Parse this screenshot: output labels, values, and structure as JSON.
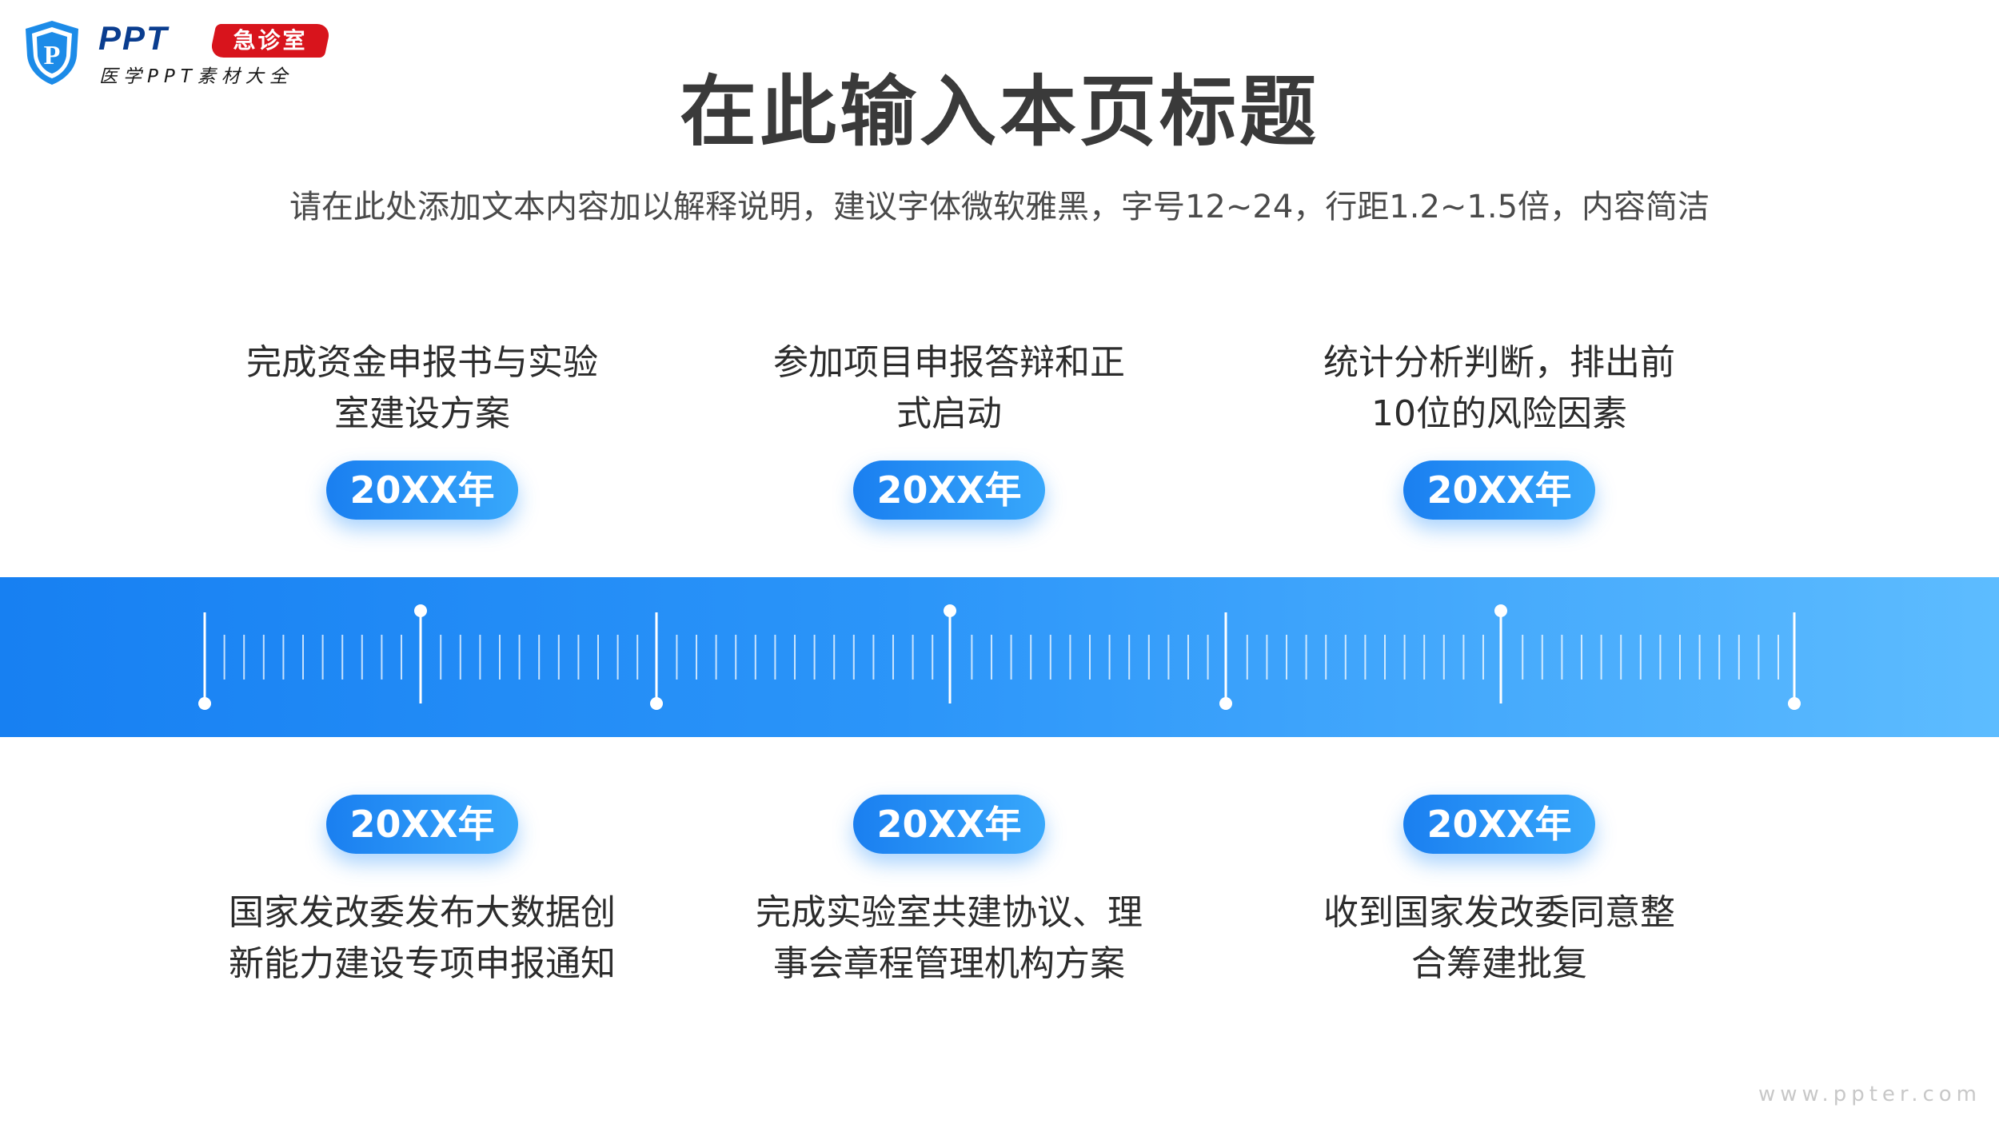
{
  "logo": {
    "mark": "P",
    "brand": "PPT",
    "tag": "急诊室",
    "subtitle": "医学PPT素材大全"
  },
  "title": "在此输入本页标题",
  "subtitle": "请在此处添加文本内容加以解释说明，建议字体微软雅黑，字号12~24，行距1.2~1.5倍，内容简洁",
  "timeline": {
    "top": [
      {
        "year": "20XX年",
        "text_line1": "完成资金申报书与实验",
        "text_line2": "室建设方案"
      },
      {
        "year": "20XX年",
        "text_line1": "参加项目申报答辩和正",
        "text_line2": "式启动"
      },
      {
        "year": "20XX年",
        "text_line1": "统计分析判断，排出前",
        "text_line2": "10位的风险因素"
      }
    ],
    "bottom": [
      {
        "year": "20XX年",
        "text_line1": "国家发改委发布大数据创",
        "text_line2": "新能力建设专项申报通知"
      },
      {
        "year": "20XX年",
        "text_line1": "完成实验室共建协议、理",
        "text_line2": "事会章程管理机构方案"
      },
      {
        "year": "20XX年",
        "text_line1": "收到国家发改委同意整",
        "text_line2": "合筹建批复"
      }
    ]
  },
  "colors": {
    "accent": "#1a7ff0",
    "band_start": "#1780f2",
    "band_end": "#5dbcff",
    "title": "#3a3a3a",
    "logo_red": "#d8141c",
    "logo_blue": "#0a3d8f"
  },
  "watermark": "www.ppter.com"
}
